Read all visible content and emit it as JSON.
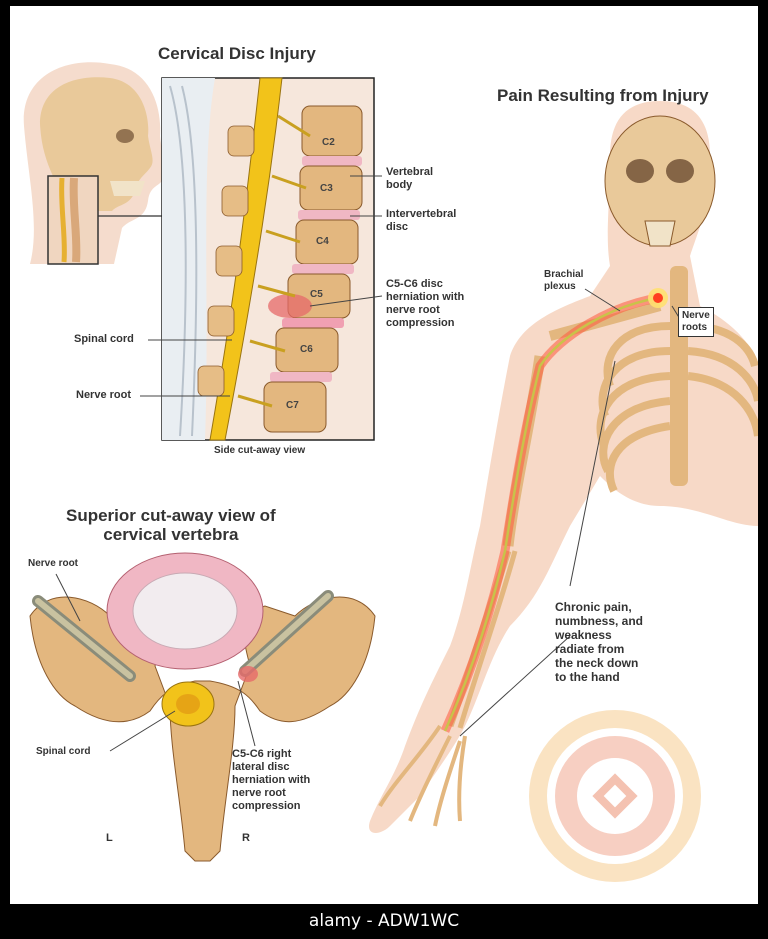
{
  "titles": {
    "cervical_disc_injury": "Cervical Disc Injury",
    "pain_resulting": "Pain Resulting from Injury",
    "superior_view": "Superior cut-away view of\ncervical vertebra"
  },
  "labels": {
    "vertebral_body": "Vertebral\nbody",
    "intervertebral_disc": "Intervertebral\ndisc",
    "herniation": "C5-C6 disc\nherniation with\nnerve root\ncompression",
    "spinal_cord": "Spinal cord",
    "nerve_root": "Nerve root",
    "side_view": "Side cut-away view",
    "brachial_plexus": "Brachial\nplexus",
    "nerve_roots": "Nerve\nroots",
    "chronic_pain": "Chronic pain,\nnumbness, and\nweakness\nradiate from\nthe neck down\nto the hand",
    "nerve_root_sup": "Nerve root",
    "spinal_cord_sup": "Spinal cord",
    "lateral_herniation": "C5-C6 right\nlateral disc\nherniation with\nnerve root\ncompression",
    "left": "L",
    "right": "R"
  },
  "vertebrae": [
    "C2",
    "C3",
    "C4",
    "C5",
    "C6",
    "C7"
  ],
  "watermark": {
    "footer": "alamy - ADW1WC"
  },
  "colors": {
    "bone": "#e8c48a",
    "cord": "#f2c31a",
    "disc": "#f0b7c4",
    "nerve": "#c9c24a",
    "pain": "#ff5a3c",
    "skin": "#f7d9c7"
  }
}
